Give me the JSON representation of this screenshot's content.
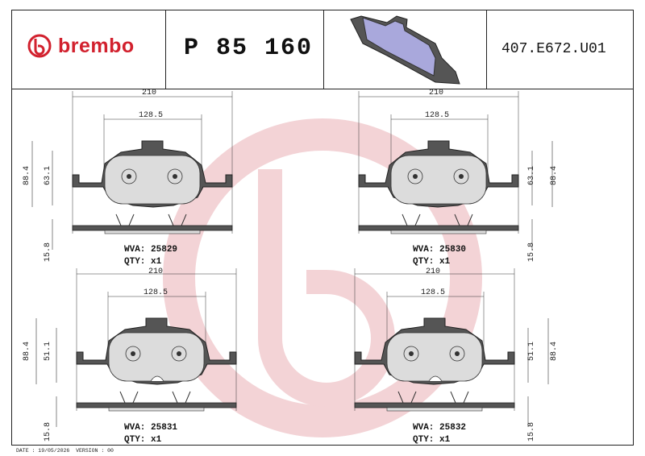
{
  "header": {
    "brand": "brembo",
    "part_number": "P  85  160",
    "drawing_ref": "407.E672.U01",
    "thumbnail_icon": "brake-pad-3d-icon"
  },
  "pads": [
    {
      "wva_label": "WVA:",
      "wva": "25829",
      "qty_label": "QTY:",
      "qty": "x1",
      "width": "210",
      "hole_spacing": "128.5",
      "height": "88.4",
      "inner_height": "63.1",
      "thickness": "15.8"
    },
    {
      "wva_label": "WVA:",
      "wva": "25830",
      "qty_label": "QTY:",
      "qty": "x1",
      "width": "210",
      "hole_spacing": "128.5",
      "height": "88.4",
      "inner_height": "63.1",
      "thickness": "15.8"
    },
    {
      "wva_label": "WVA:",
      "wva": "25831",
      "qty_label": "QTY:",
      "qty": "x1",
      "width": "210",
      "hole_spacing": "128.5",
      "height": "88.4",
      "inner_height": "51.1",
      "thickness": "15.8"
    },
    {
      "wva_label": "WVA:",
      "wva": "25832",
      "qty_label": "QTY:",
      "qty": "x1",
      "width": "210",
      "hole_spacing": "128.5",
      "height": "88.4",
      "inner_height": "51.1",
      "thickness": "15.8"
    }
  ],
  "footer": {
    "text": "DATE : 19/05/2026  VERSION : 00"
  },
  "colors": {
    "brand_red": "#d2212e",
    "pad_fill": "#555555",
    "pad_friction": "#dcdcdc",
    "watermark": "#f3d3d6",
    "thumbnail_blue": "#a9a8dc"
  }
}
